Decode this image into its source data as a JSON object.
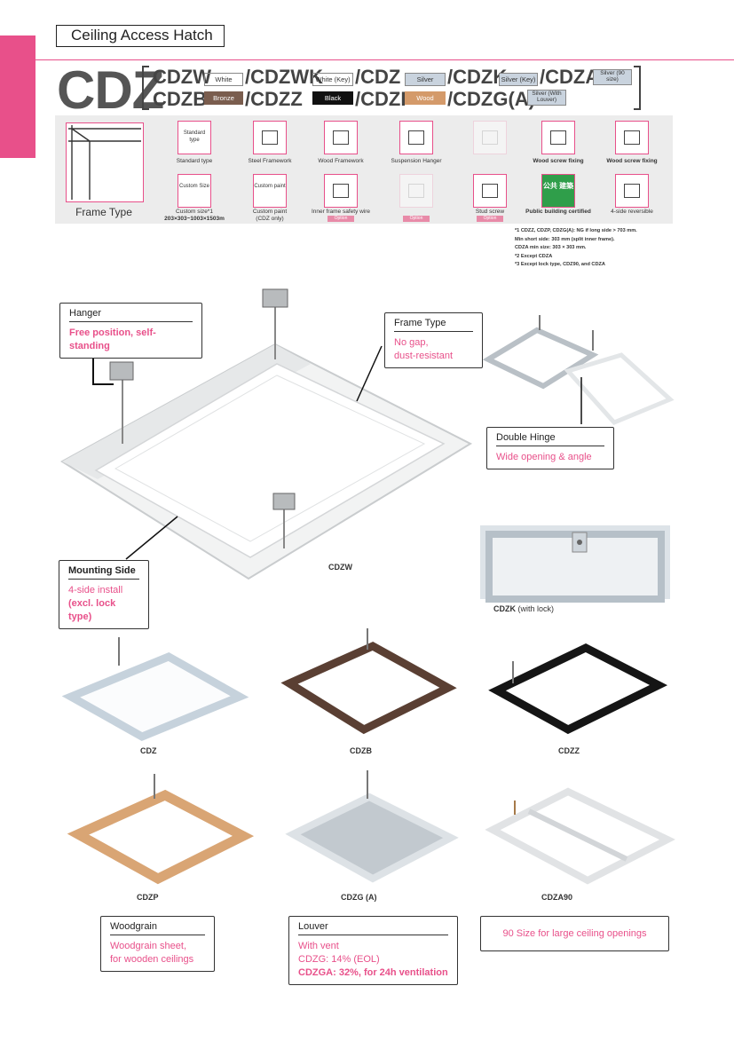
{
  "header": {
    "title": "Ceiling Access Hatch",
    "brand": "CDZ",
    "models_row1": [
      {
        "name": "CDZW",
        "swatch": "White",
        "bg": "#ffffff",
        "fg": "#333333"
      },
      {
        "name": "/CDZWK",
        "swatch": "White (Key)",
        "bg": "#ffffff",
        "fg": "#333333"
      },
      {
        "name": "/CDZ",
        "swatch": "Silver",
        "bg": "#c9d3de",
        "fg": "#333333"
      },
      {
        "name": "/CDZK",
        "swatch": "Silver (Key)",
        "bg": "#c9d3de",
        "fg": "#333333"
      },
      {
        "name": "/CDZA",
        "swatch": "Silver (90 size)",
        "bg": "#c9d3de",
        "fg": "#333333"
      }
    ],
    "models_row2": [
      {
        "name": "CDZB",
        "swatch": "Bronze",
        "bg": "#7a5d4e",
        "fg": "#ffffff"
      },
      {
        "name": "/CDZZ",
        "swatch": "Black",
        "bg": "#111111",
        "fg": "#ffffff"
      },
      {
        "name": "/CDZP",
        "swatch": "Wood Pattern",
        "bg": "#d49a6a",
        "fg": "#ffffff"
      },
      {
        "name": "/CDZG(A)",
        "swatch": "Silver (With Louver)",
        "bg": "#c9d3de",
        "fg": "#333333"
      }
    ]
  },
  "features": {
    "frame_type_label": "Frame Type",
    "row1": [
      {
        "caption": "Standard type",
        "inner": "Standard type",
        "icon": "standard-type-icon",
        "faint": false,
        "bold": false,
        "tag": ""
      },
      {
        "caption": "Steel Framework",
        "inner": "",
        "icon": "steel-framework-icon",
        "faint": false,
        "bold": false,
        "tag": ""
      },
      {
        "caption": "Wood Framework",
        "inner": "",
        "icon": "wood-framework-icon",
        "faint": false,
        "bold": false,
        "tag": ""
      },
      {
        "caption": "Suspension Hanger",
        "inner": "",
        "icon": "suspension-hanger-icon",
        "faint": false,
        "bold": false,
        "tag": ""
      },
      {
        "caption": "",
        "inner": "",
        "icon": "unavailable-icon",
        "faint": true,
        "bold": false,
        "tag": ""
      },
      {
        "caption": "Wood screw fixing",
        "inner": "",
        "icon": "wood-screw-icon",
        "faint": false,
        "bold": true,
        "tag": ""
      },
      {
        "caption": "Wood screw fixing",
        "inner": "",
        "icon": "key-icon",
        "faint": false,
        "bold": true,
        "tag": ""
      }
    ],
    "row2": [
      {
        "caption": "Custom size*1",
        "sub": "203×303~1003×1503m",
        "inner": "Custom Size",
        "icon": "custom-size-icon",
        "faint": false,
        "bold": false,
        "tag": ""
      },
      {
        "caption": "Custom paint",
        "sub": "(CDZ only)",
        "inner": "Custom paint",
        "icon": "custom-paint-icon",
        "faint": false,
        "bold": false,
        "tag": ""
      },
      {
        "caption": "Inner frame safety wire",
        "sub": "",
        "inner": "",
        "icon": "safety-wire-icon",
        "faint": false,
        "bold": false,
        "tag": "Option"
      },
      {
        "caption": "",
        "sub": "",
        "inner": "",
        "icon": "unavailable-icon",
        "faint": true,
        "bold": false,
        "tag": "Option"
      },
      {
        "caption": "Stud screw",
        "sub": "",
        "inner": "",
        "icon": "stud-screw-icon",
        "faint": false,
        "bold": false,
        "tag": "Option"
      },
      {
        "caption": "Public building certified",
        "sub": "",
        "inner": "公共 建築",
        "icon": "public-certified-icon",
        "faint": false,
        "bold": true,
        "tag": ""
      },
      {
        "caption": "4-side reversible",
        "sub": "",
        "inner": "",
        "icon": "cube-icon",
        "faint": false,
        "bold": false,
        "tag": ""
      }
    ],
    "notes": [
      "*1 CDZZ, CDZP, CDZG(A): NG if long side > 703 mm.",
      "    Min short side: 303 mm (split inner frame).",
      "    CDZA min size: 303 × 303 mm.",
      "*2  Except CDZA",
      "*3  Except lock type, CDZ90, and CDZA"
    ]
  },
  "callouts": {
    "hanger": {
      "title": "Hanger",
      "lines": [
        "Free position, self-standing"
      ]
    },
    "frame_type": {
      "title": "Frame Type",
      "lines": [
        "No gap,",
        "dust-resistant"
      ]
    },
    "double_hinge": {
      "title": "Double Hinge",
      "lines": [
        "Wide opening & angle"
      ]
    },
    "mounting_side": {
      "title": "Mounting Side",
      "lines": [
        "4-side install",
        "(excl. lock type)"
      ]
    },
    "woodgrain": {
      "title": "Woodgrain",
      "lines": [
        "Woodgrain sheet,",
        "for wooden ceilings"
      ]
    },
    "louver": {
      "title": "Louver",
      "lines": [
        "With vent",
        "CDZG: 14% (EOL)",
        "CDZGA: 32%, for 24h ventilation"
      ]
    },
    "size90": {
      "lines": [
        "90 Size for large ceiling openings"
      ]
    }
  },
  "captions": {
    "main": "CDZW",
    "lock_code": "CDZK",
    "lock_note": "(with lock)",
    "cdz": "CDZ",
    "cdzb": "CDZB",
    "cdzz": "CDZZ",
    "cdzp": "CDZP",
    "cdzg": "CDZG (A)",
    "cdza": "CDZA90"
  },
  "colors": {
    "accent": "#e8508a",
    "white": "#f4f5f5",
    "silver": "#cdd5dd",
    "bronze": "#5a3f33",
    "black": "#151515",
    "wood": "#d9a574"
  }
}
